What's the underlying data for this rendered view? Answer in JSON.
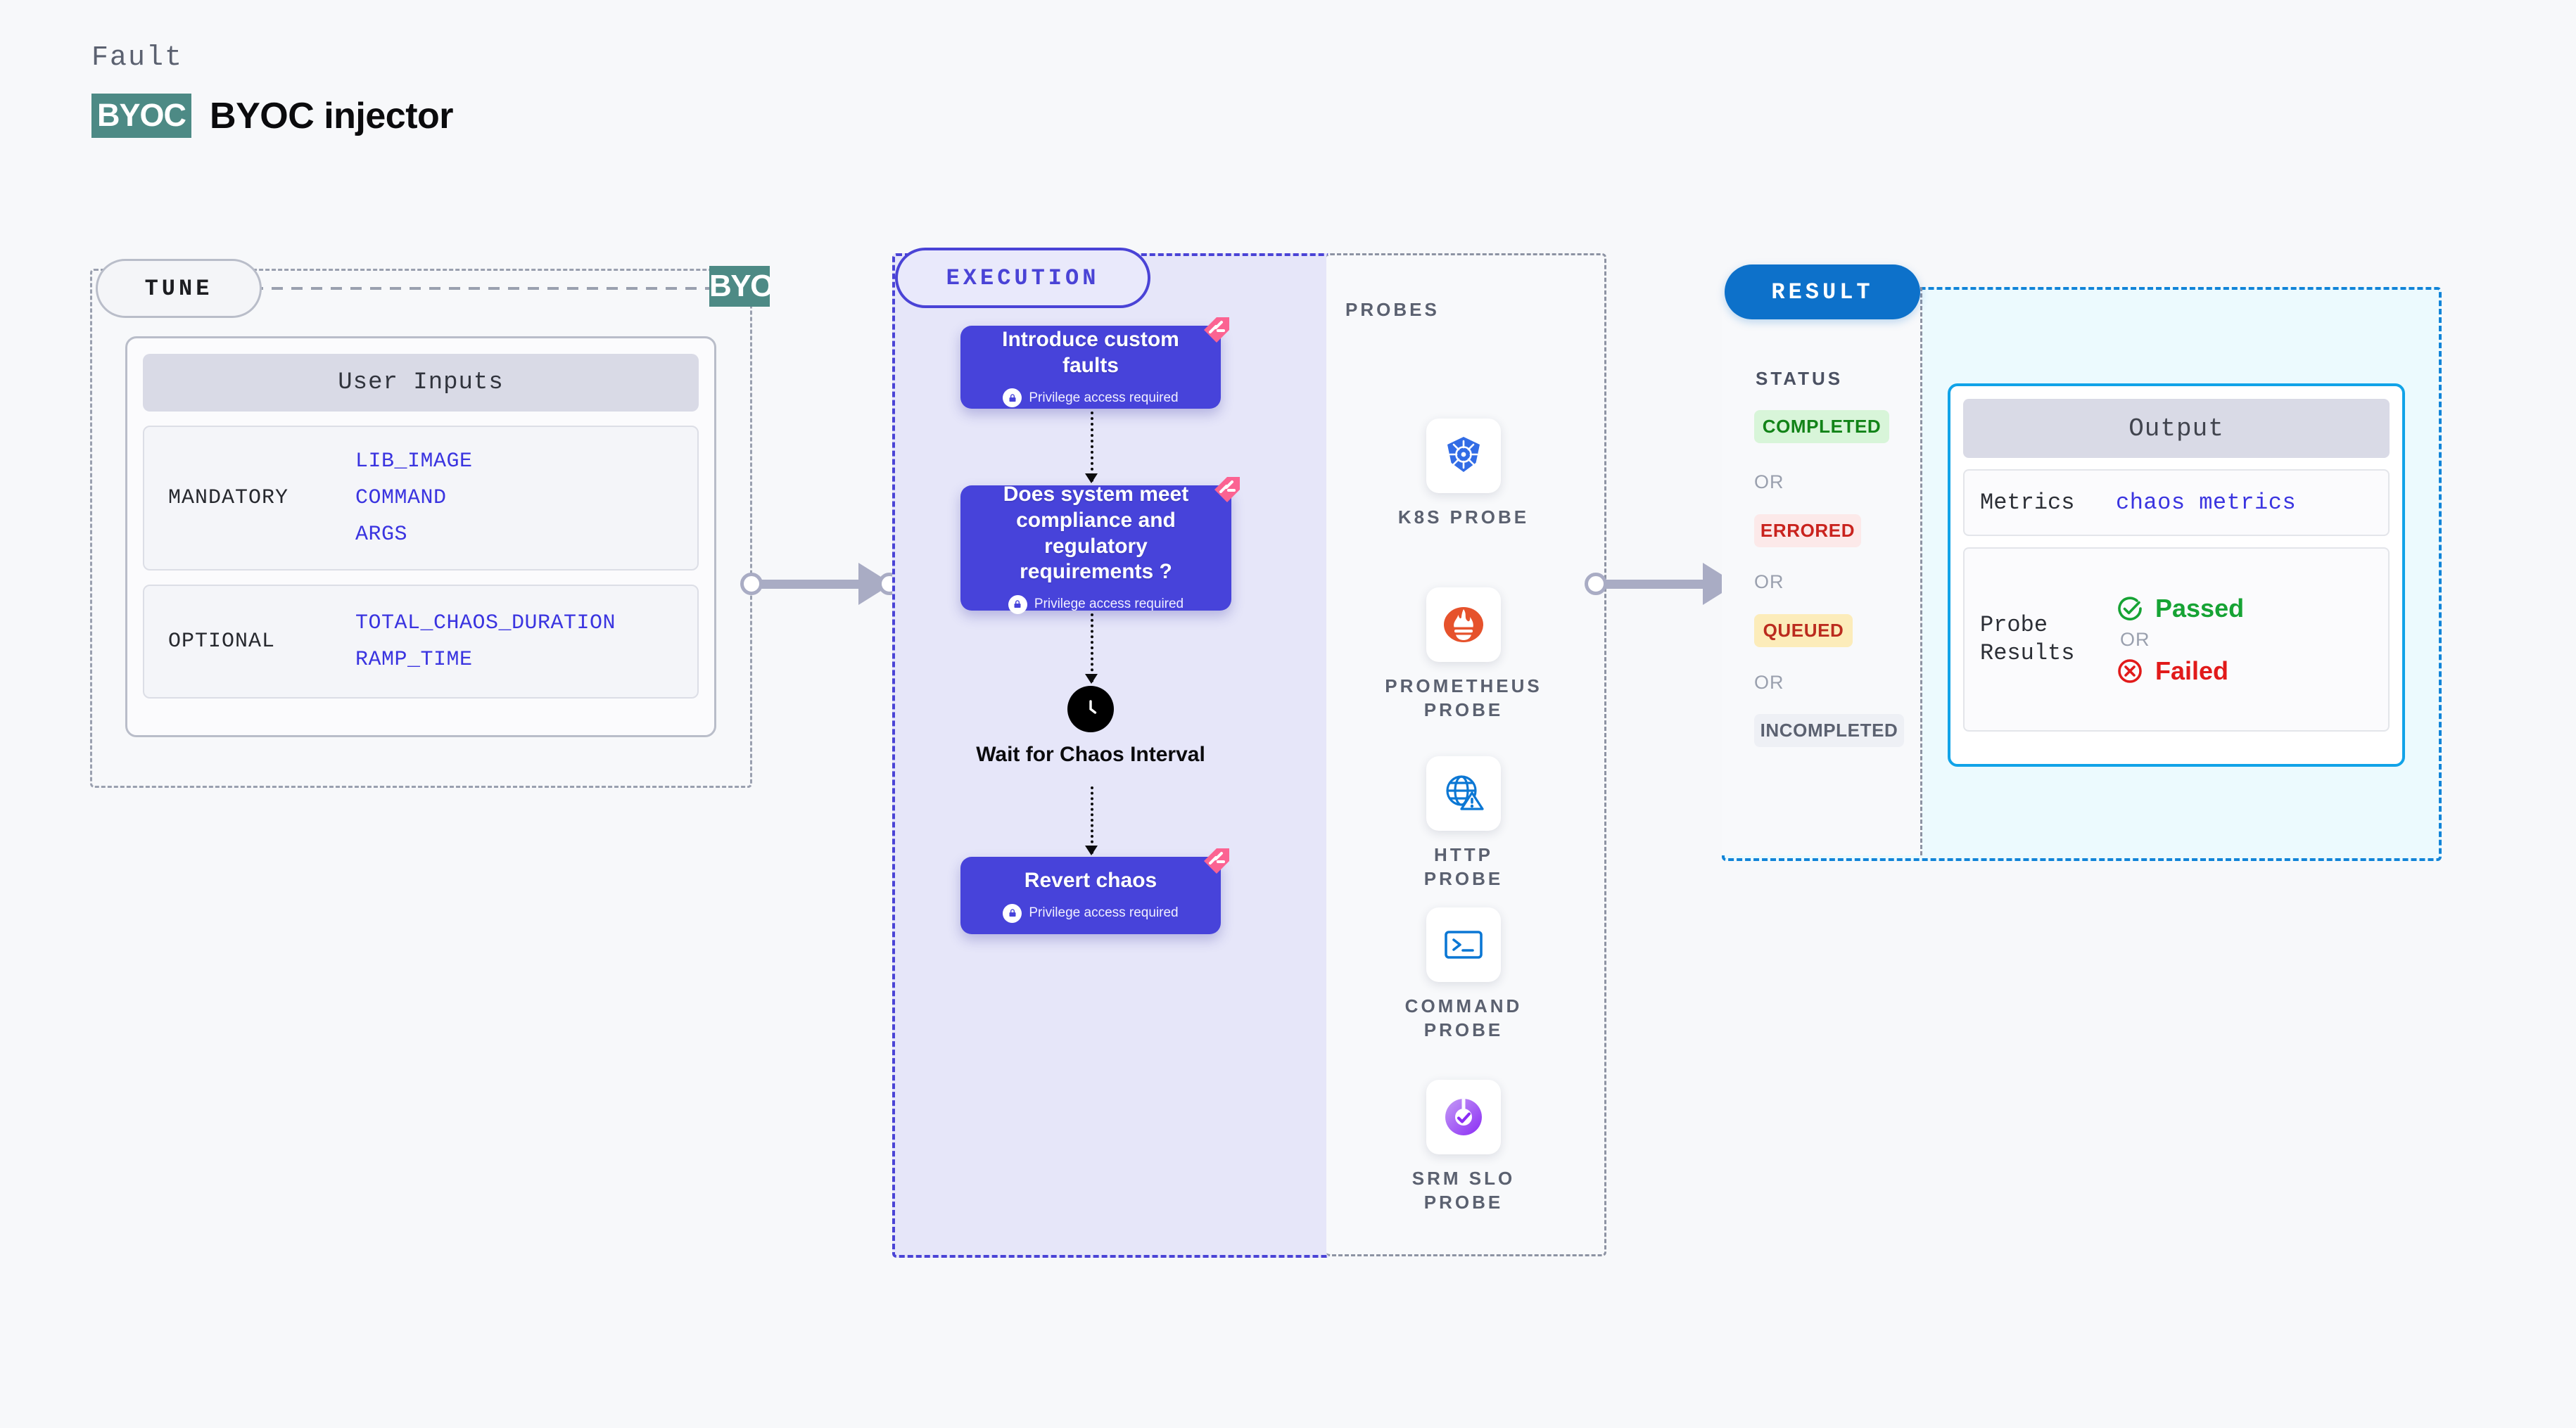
{
  "header": {
    "kicker": "Fault",
    "badge": "BYOC",
    "title": "BYOC injector"
  },
  "tune": {
    "label": "TUNE",
    "edge_badge": "BYOC",
    "card_title": "User Inputs",
    "groups": [
      {
        "kind": "MANDATORY",
        "params": [
          "LIB_IMAGE",
          "COMMAND",
          "ARGS"
        ]
      },
      {
        "kind": "OPTIONAL",
        "params": [
          "TOTAL_CHAOS_DURATION",
          "RAMP_TIME"
        ]
      }
    ]
  },
  "execution": {
    "label": "EXECUTION",
    "nodes": [
      {
        "title": "Introduce custom faults",
        "privilege": "Privilege access required",
        "flag": "harness-flag-icon"
      },
      {
        "title": "Does system meet compliance and regulatory requirements ?",
        "privilege": "Privilege access required",
        "flag": "harness-flag-icon"
      },
      {
        "title": "Revert chaos",
        "privilege": "Privilege access required",
        "flag": "harness-flag-icon"
      }
    ],
    "wait": {
      "icon": "clock-icon",
      "title": "Wait for Chaos Interval"
    }
  },
  "probes": {
    "title": "PROBES",
    "items": [
      {
        "name": "K8S PROBE",
        "icon": "kubernetes-icon"
      },
      {
        "name": "PROMETHEUS PROBE",
        "icon": "prometheus-icon"
      },
      {
        "name": "HTTP PROBE",
        "icon": "globe-warning-icon"
      },
      {
        "name": "COMMAND PROBE",
        "icon": "terminal-icon"
      },
      {
        "name": "SRM SLO PROBE",
        "icon": "srm-slo-icon"
      }
    ]
  },
  "result": {
    "label": "RESULT",
    "status_title": "STATUS",
    "or_label": "OR",
    "statuses": [
      {
        "label": "COMPLETED",
        "bg": "#d8f5d9",
        "color": "#128318"
      },
      {
        "label": "ERRORED",
        "bg": "#fce9e9",
        "color": "#c9231e"
      },
      {
        "label": "QUEUED",
        "bg": "#fcecba",
        "color": "#bb2b1e"
      },
      {
        "label": "INCOMPLETED",
        "bg": "#eef0f5",
        "color": "#5b6170"
      }
    ],
    "output": {
      "title": "Output",
      "metrics_key": "Metrics",
      "metrics_value": "chaos metrics",
      "probe_results_key": "Probe Results",
      "passed_label": "Passed",
      "failed_label": "Failed",
      "or_label": "OR",
      "passed_icon": "check-circle-icon",
      "failed_icon": "x-circle-icon"
    }
  },
  "connectors": {
    "tune_to_execution": "arrow-right-icon",
    "execution_to_result": "arrow-right-icon"
  },
  "colors": {
    "node_purple": "#4743da",
    "execution_bg": "#e6e6f9",
    "byoc_teal": "#4d8a85",
    "result_blue": "#0d71ca",
    "output_border": "#11a3e8",
    "flag_pink": "#fb6392"
  }
}
